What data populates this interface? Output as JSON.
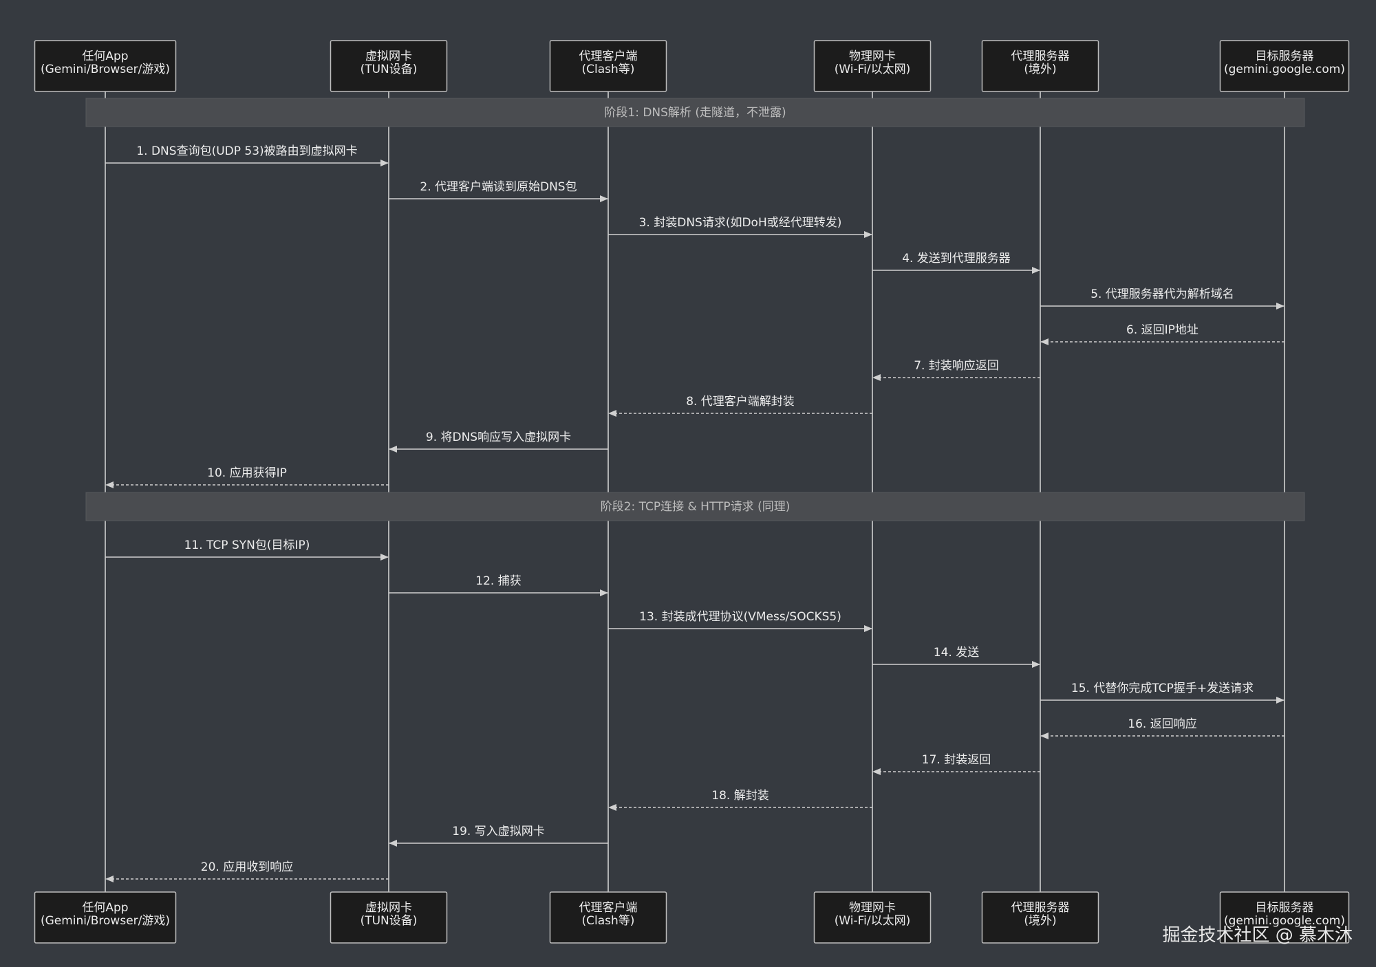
{
  "participants": [
    {
      "id": "app",
      "line1": "任何App",
      "line2": "(Gemini/Browser/游戏)"
    },
    {
      "id": "tun",
      "line1": "虚拟网卡",
      "line2": "(TUN设备)"
    },
    {
      "id": "proxy",
      "line1": "代理客户端",
      "line2": "(Clash等)"
    },
    {
      "id": "nic",
      "line1": "物理网卡",
      "line2": "(Wi-Fi/以太网)"
    },
    {
      "id": "server",
      "line1": "代理服务器",
      "line2": "(境外)"
    },
    {
      "id": "target",
      "line1": "目标服务器",
      "line2": "(gemini.google.com)"
    }
  ],
  "phases": [
    {
      "label": "阶段1: DNS解析 (走隧道，不泄露)",
      "before_step": 1
    },
    {
      "label": "阶段2: TCP连接 & HTTP请求 (同理)",
      "before_step": 11
    }
  ],
  "messages": [
    {
      "from": 0,
      "to": 1,
      "label": "1. DNS查询包(UDP 53)被路由到虚拟网卡",
      "dashed": false
    },
    {
      "from": 1,
      "to": 2,
      "label": "2. 代理客户端读到原始DNS包",
      "dashed": false
    },
    {
      "from": 2,
      "to": 3,
      "label": "3. 封装DNS请求(如DoH或经代理转发)",
      "dashed": false
    },
    {
      "from": 3,
      "to": 4,
      "label": "4. 发送到代理服务器",
      "dashed": false
    },
    {
      "from": 4,
      "to": 5,
      "label": "5. 代理服务器代为解析域名",
      "dashed": false
    },
    {
      "from": 5,
      "to": 4,
      "label": "6. 返回IP地址",
      "dashed": true
    },
    {
      "from": 4,
      "to": 3,
      "label": "7. 封装响应返回",
      "dashed": true
    },
    {
      "from": 3,
      "to": 2,
      "label": "8. 代理客户端解封装",
      "dashed": true
    },
    {
      "from": 2,
      "to": 1,
      "label": "9. 将DNS响应写入虚拟网卡",
      "dashed": false
    },
    {
      "from": 1,
      "to": 0,
      "label": "10. 应用获得IP",
      "dashed": true
    },
    {
      "from": 0,
      "to": 1,
      "label": "11. TCP SYN包(目标IP)",
      "dashed": false
    },
    {
      "from": 1,
      "to": 2,
      "label": "12. 捕获",
      "dashed": false
    },
    {
      "from": 2,
      "to": 3,
      "label": "13. 封装成代理协议(VMess/SOCKS5)",
      "dashed": false
    },
    {
      "from": 3,
      "to": 4,
      "label": "14. 发送",
      "dashed": false
    },
    {
      "from": 4,
      "to": 5,
      "label": "15. 代替你完成TCP握手+发送请求",
      "dashed": false
    },
    {
      "from": 5,
      "to": 4,
      "label": "16. 返回响应",
      "dashed": true
    },
    {
      "from": 4,
      "to": 3,
      "label": "17. 封装返回",
      "dashed": true
    },
    {
      "from": 3,
      "to": 2,
      "label": "18. 解封装",
      "dashed": true
    },
    {
      "from": 2,
      "to": 1,
      "label": "19. 写入虚拟网卡",
      "dashed": false
    },
    {
      "from": 1,
      "to": 0,
      "label": "20. 应用收到响应",
      "dashed": true
    }
  ],
  "colors": {
    "background": "#363a40",
    "box_fill": "#1c1c1c",
    "box_stroke": "#bdbdbd",
    "line": "#d0d0d0",
    "text": "#ececec",
    "phase_fill": "#4a4c50",
    "phase_text": "#bdbdbd"
  },
  "watermark": "掘金技术社区 @ 慕木沐"
}
